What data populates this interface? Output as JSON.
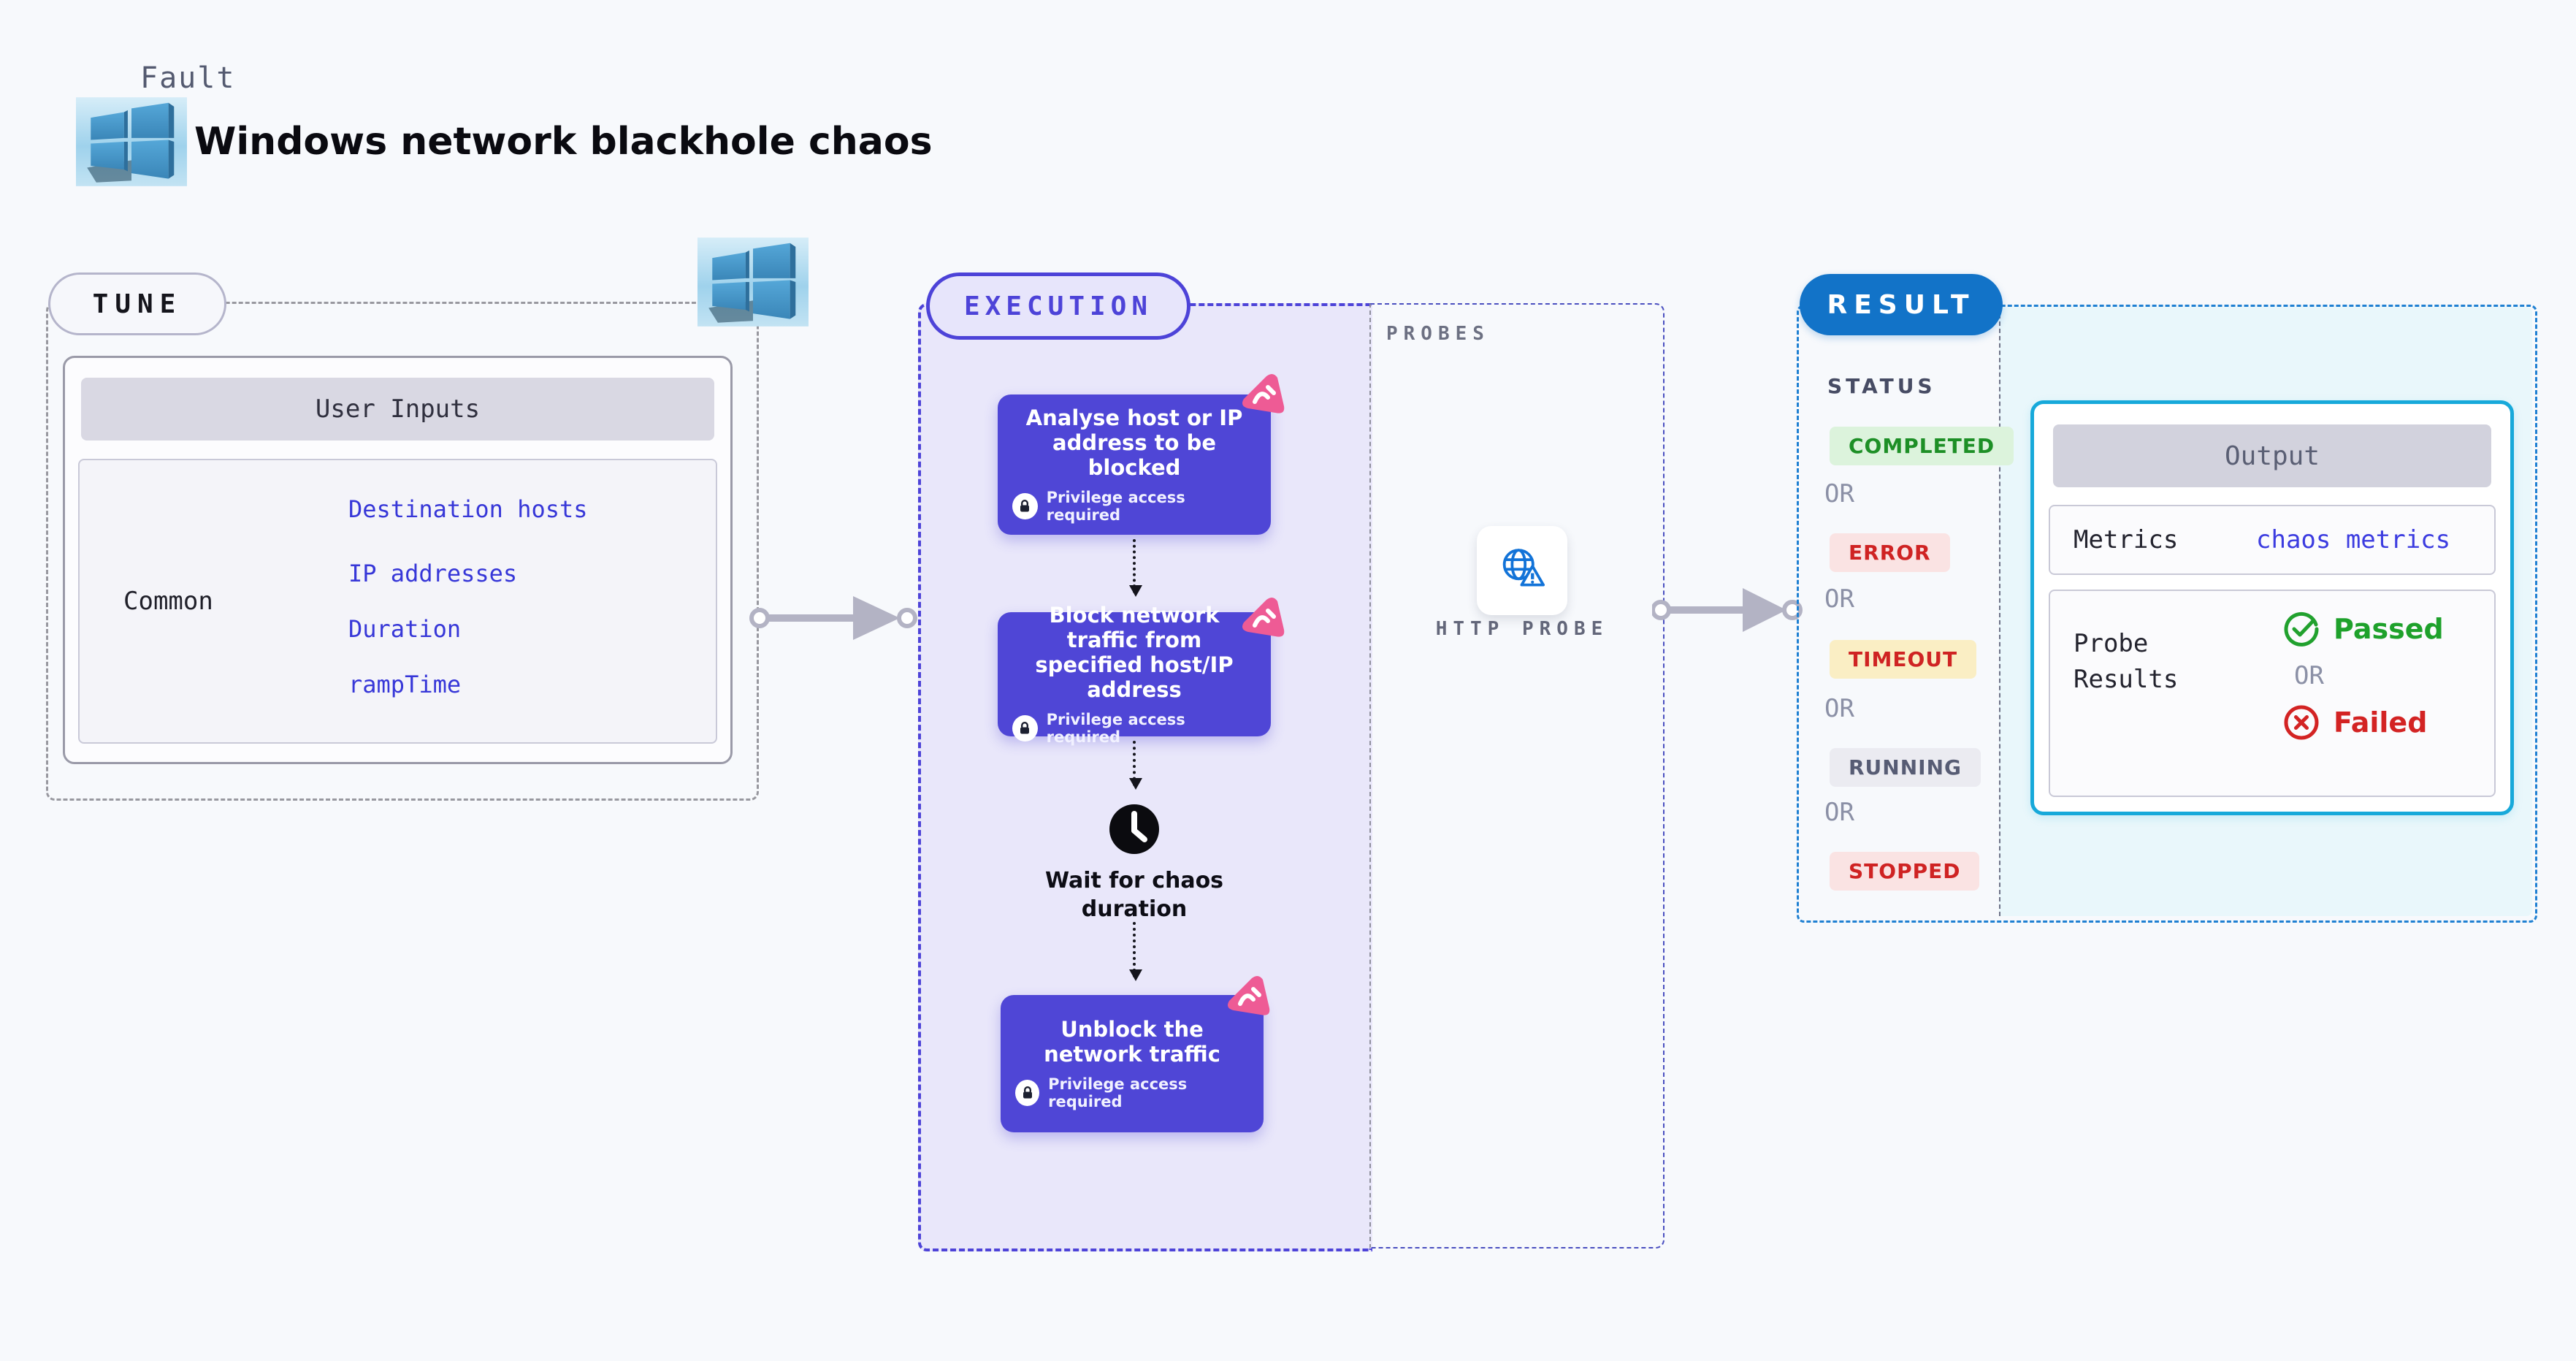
{
  "header": {
    "eyebrow": "Fault",
    "title": "Windows network blackhole chaos"
  },
  "tune": {
    "label": "TUNE",
    "table": {
      "header": "User Inputs",
      "row_label": "Common",
      "params": [
        "Destination hosts",
        "IP addresses",
        "Duration",
        "rampTime"
      ]
    }
  },
  "execution": {
    "label": "EXECUTION",
    "nodes": [
      {
        "title": "Analyse host or IP address to be blocked",
        "badge": "Privilege access required"
      },
      {
        "title": "Block network traffic from specified host/IP address",
        "badge": "Privilege access required"
      },
      {
        "title": "Unblock the network traffic",
        "badge": "Privilege access required"
      }
    ],
    "wait_step": "Wait for chaos duration"
  },
  "probes": {
    "label": "PROBES",
    "probe_label": "HTTP PROBE"
  },
  "result": {
    "label": "RESULT",
    "status_heading": "STATUS",
    "or_label": "OR",
    "statuses": [
      {
        "text": "COMPLETED",
        "bg": "#dcf3dc",
        "color": "#1d8f26"
      },
      {
        "text": "ERROR",
        "bg": "#fae3e3",
        "color": "#cf2323"
      },
      {
        "text": "TIMEOUT",
        "bg": "#faeec4",
        "color": "#cf2323"
      },
      {
        "text": "RUNNING",
        "bg": "#ebebf1",
        "color": "#575c74"
      },
      {
        "text": "STOPPED",
        "bg": "#fae3e3",
        "color": "#cf2323"
      }
    ],
    "output": {
      "header": "Output",
      "metrics_label": "Metrics",
      "metrics_value": "chaos metrics",
      "probe_results_label": "Probe Results",
      "passed": "Passed",
      "or_label": "OR",
      "failed": "Failed"
    }
  },
  "colors": {
    "accent_indigo": "#4f46d6",
    "accent_blue": "#1273c8",
    "accent_cyan": "#17a9da",
    "chaos_pink": "#ee5b95",
    "page_bg": "#f7f9fc"
  }
}
